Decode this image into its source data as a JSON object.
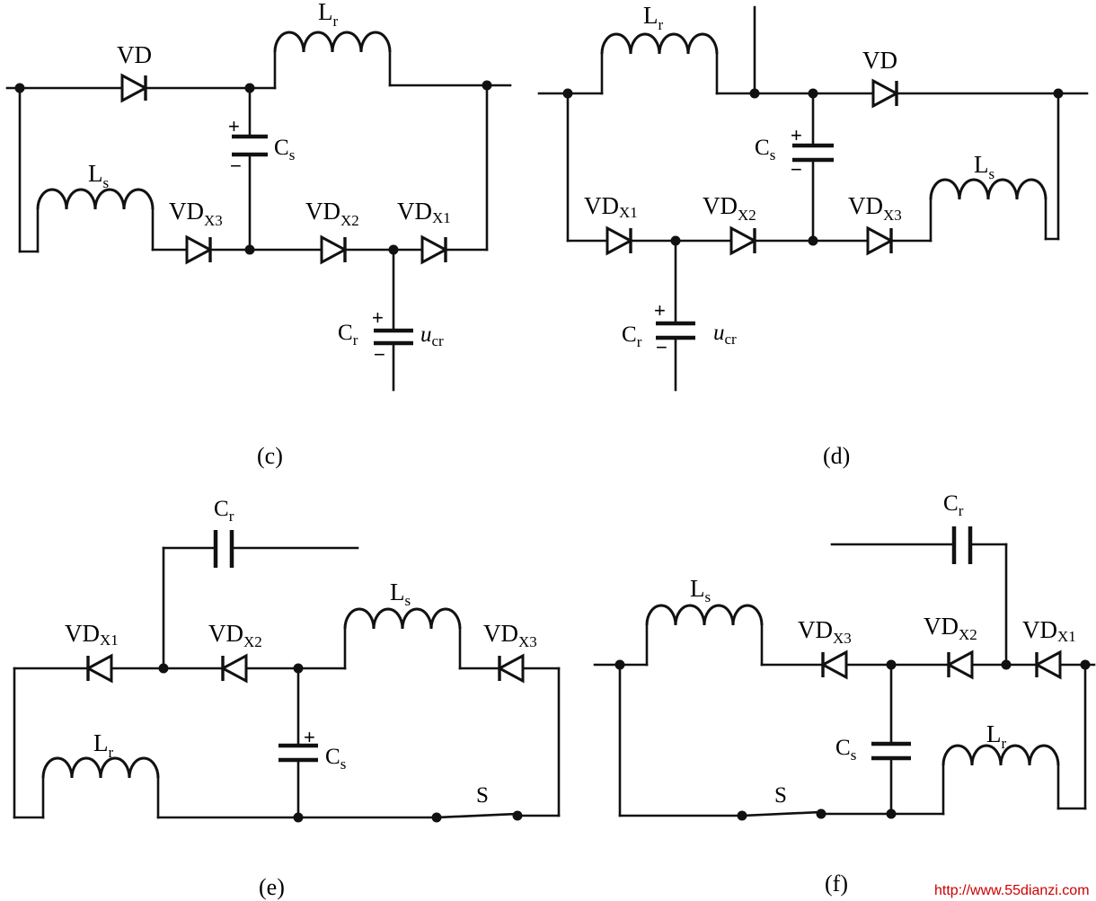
{
  "figures": {
    "c": {
      "caption": "(c)",
      "labels": {
        "Lr": {
          "main": "L",
          "sub": "r"
        },
        "VD": {
          "main": "VD",
          "sub": ""
        },
        "Cs": {
          "main": "C",
          "sub": "s"
        },
        "Ls": {
          "main": "L",
          "sub": "s"
        },
        "VDX3": {
          "main": "VD",
          "sub": "X3"
        },
        "VDX2": {
          "main": "VD",
          "sub": "X2"
        },
        "VDX1": {
          "main": "VD",
          "sub": "X1"
        },
        "Cr": {
          "main": "C",
          "sub": "r"
        },
        "ucr": {
          "main": "u",
          "sub": "cr"
        }
      }
    },
    "d": {
      "caption": "(d)",
      "labels": {
        "Lr": {
          "main": "L",
          "sub": "r"
        },
        "VD": {
          "main": "VD",
          "sub": ""
        },
        "Cs": {
          "main": "C",
          "sub": "s"
        },
        "Ls": {
          "main": "L",
          "sub": "s"
        },
        "VDX1": {
          "main": "VD",
          "sub": "X1"
        },
        "VDX2": {
          "main": "VD",
          "sub": "X2"
        },
        "VDX3": {
          "main": "VD",
          "sub": "X3"
        },
        "Cr": {
          "main": "C",
          "sub": "r"
        },
        "ucr": {
          "main": "u",
          "sub": "cr"
        }
      }
    },
    "e": {
      "caption": "(e)",
      "labels": {
        "Cr": {
          "main": "C",
          "sub": "r"
        },
        "VDX1": {
          "main": "VD",
          "sub": "X1"
        },
        "VDX2": {
          "main": "VD",
          "sub": "X2"
        },
        "Ls": {
          "main": "L",
          "sub": "s"
        },
        "VDX3": {
          "main": "VD",
          "sub": "X3"
        },
        "Lr": {
          "main": "L",
          "sub": "r"
        },
        "Cs": {
          "main": "C",
          "sub": "s"
        },
        "S": {
          "main": "S",
          "sub": ""
        }
      }
    },
    "f": {
      "caption": "(f)",
      "labels": {
        "Cr": {
          "main": "C",
          "sub": "r"
        },
        "Ls": {
          "main": "L",
          "sub": "s"
        },
        "VDX3": {
          "main": "VD",
          "sub": "X3"
        },
        "VDX2": {
          "main": "VD",
          "sub": "X2"
        },
        "VDX1": {
          "main": "VD",
          "sub": "X1"
        },
        "Cs": {
          "main": "C",
          "sub": "s"
        },
        "Lr": {
          "main": "L",
          "sub": "r"
        },
        "S": {
          "main": "S",
          "sub": ""
        }
      }
    }
  },
  "polarity": {
    "plus": "+",
    "minus": "−"
  },
  "watermark": "http://www.55dianzi.com"
}
